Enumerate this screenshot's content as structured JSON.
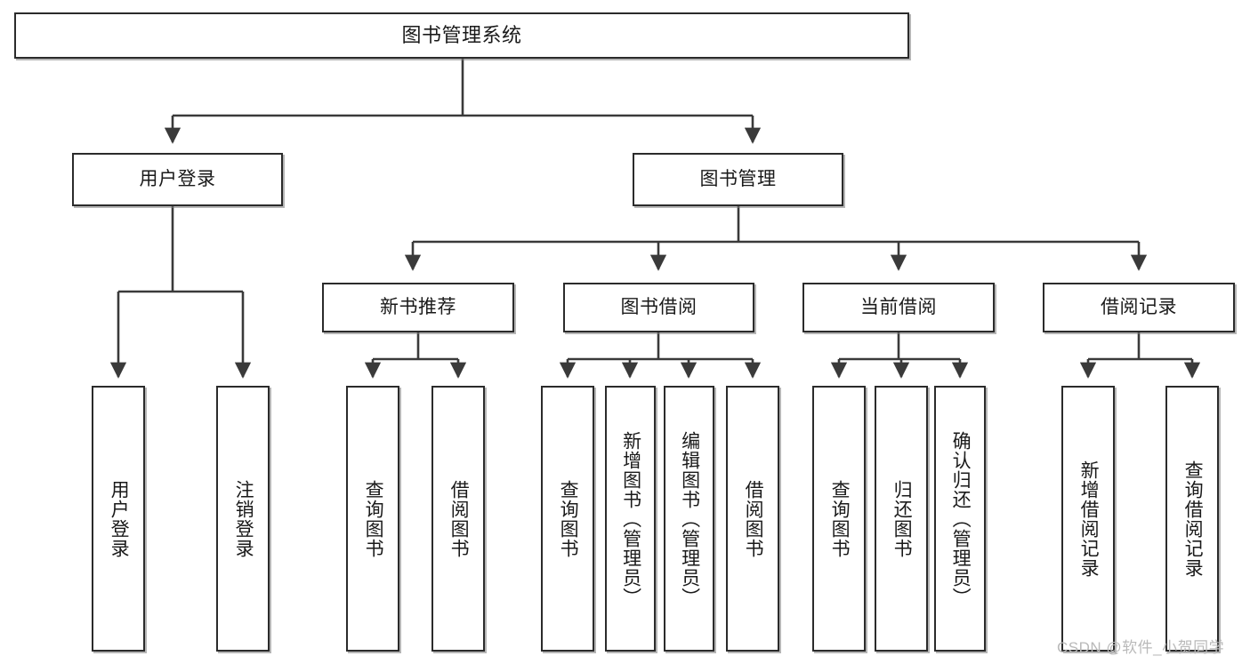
{
  "diagram": {
    "title": "图书管理系统",
    "type": "tree-hierarchy-diagram",
    "colors": {
      "box_border": "#2b2b2b",
      "box_fill": "#ffffff",
      "connector": "#3a3a3a",
      "text": "#1a1a1a",
      "watermark": "#b9b9b9"
    },
    "root": {
      "label": "图书管理系统"
    },
    "level1": [
      {
        "label": "用户登录"
      },
      {
        "label": "图书管理"
      }
    ],
    "level2": [
      {
        "label": "新书推荐"
      },
      {
        "label": "图书借阅"
      },
      {
        "label": "当前借阅"
      },
      {
        "label": "借阅记录"
      }
    ],
    "leaves": {
      "user_login": [
        {
          "label": "用户登录"
        },
        {
          "label": "注销登录"
        }
      ],
      "new_book_recommend": [
        {
          "label": "查询图书"
        },
        {
          "label": "借阅图书"
        }
      ],
      "book_borrow": [
        {
          "label": "查询图书"
        },
        {
          "label": "新增图书（管理员）"
        },
        {
          "label": "编辑图书（管理员）"
        },
        {
          "label": "借阅图书"
        }
      ],
      "current_borrow": [
        {
          "label": "查询图书"
        },
        {
          "label": "归还图书"
        },
        {
          "label": "确认归还（管理员）"
        }
      ],
      "borrow_record": [
        {
          "label": "新增借阅记录"
        },
        {
          "label": "查询借阅记录"
        }
      ]
    }
  },
  "watermark": {
    "text": "CSDN @软件_小贺同学"
  }
}
